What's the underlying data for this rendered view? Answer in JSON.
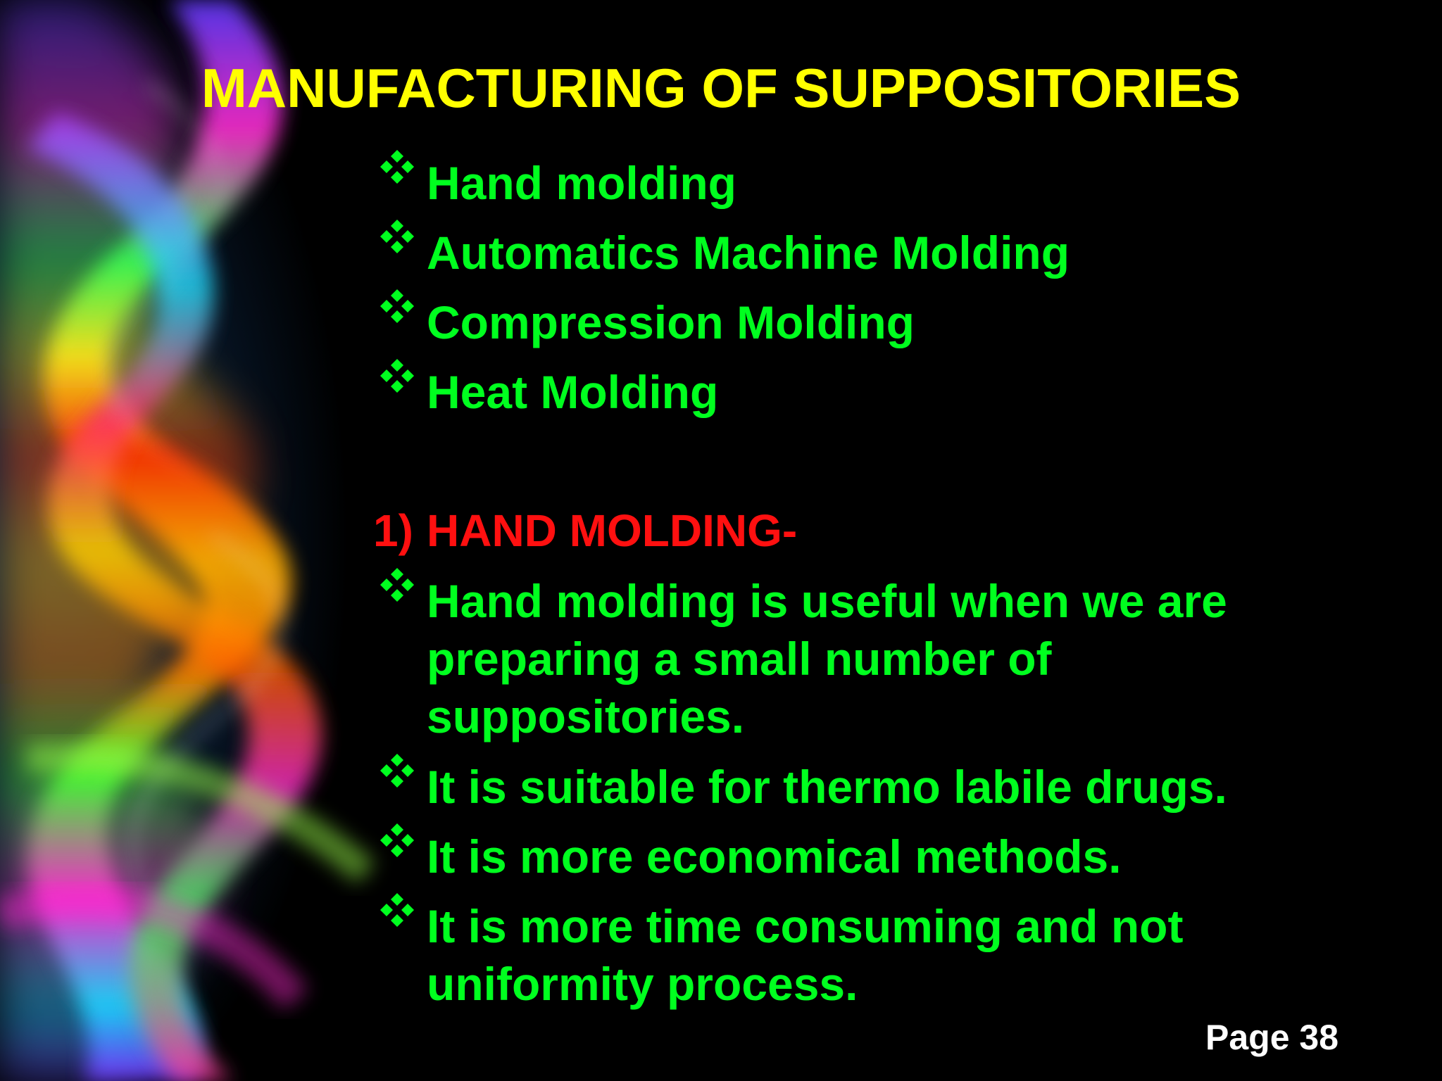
{
  "slide": {
    "title": "MANUFACTURING OF SUPPOSITORIES",
    "methods": [
      "Hand molding",
      "Automatics Machine Molding",
      "Compression Molding",
      "Heat Molding"
    ],
    "section": {
      "number": "1)",
      "heading": "HAND MOLDING-"
    },
    "points": [
      "Hand molding is useful when we are preparing a small number of suppositories.",
      "It is suitable for thermo labile drugs.",
      "It is more economical methods.",
      "It is more time consuming and not uniformity process."
    ],
    "page": "Page 38"
  },
  "colors": {
    "background": "#000000",
    "title": "#ffff00",
    "body_text": "#00ff1f",
    "section_heading": "#ff1010",
    "page_number": "#ffffff"
  },
  "icons": {
    "bullet": "four-diamond-bullet-icon",
    "background_art": "abstract-rainbow-ribbon-art"
  }
}
